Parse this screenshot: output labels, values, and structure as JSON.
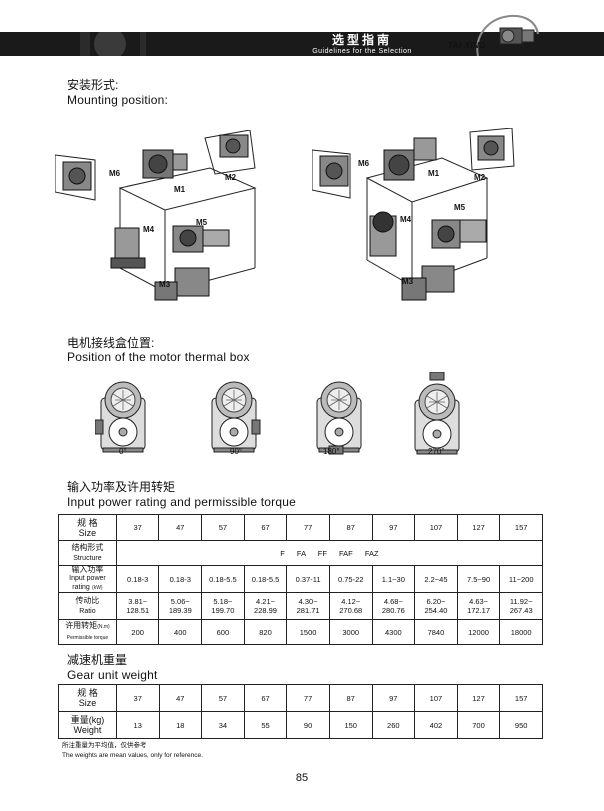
{
  "header": {
    "title_cn": "选型指南",
    "title_en": "Guidelines for the Selection",
    "brand": "TAI XING"
  },
  "mounting": {
    "title_cn": "安装形式:",
    "title_en": "Mounting position:",
    "labels": [
      "M1",
      "M2",
      "M3",
      "M4",
      "M5",
      "M6"
    ]
  },
  "thermal": {
    "title_cn": "电机接线盒位置:",
    "title_en": "Position of the motor thermal box",
    "angles": [
      "0°",
      "90°",
      "180°",
      "270°"
    ]
  },
  "power": {
    "title_cn": "输入功率及许用转矩",
    "title_en": "Input power rating and permissible torque",
    "size_cn": "规 格",
    "size_en": "Size",
    "sizes": [
      "37",
      "47",
      "57",
      "67",
      "77",
      "87",
      "97",
      "107",
      "127",
      "157"
    ],
    "structure_cn": "结构形式",
    "structure_en": "Structure",
    "structure_value": "F FA FF FAF FAZ",
    "power_cn": "输入功率",
    "power_en": "Input power",
    "power_en2": "rating",
    "power_unit": "(kW)",
    "power_values": [
      "0.18-3",
      "0.18-3",
      "0.18-5.5",
      "0.18-5.5",
      "0.37-11",
      "0.75-22",
      "1.1~30",
      "2.2~45",
      "7.5~90",
      "11~200"
    ],
    "ratio_cn": "传动比",
    "ratio_en": "Ratio",
    "ratio_values": [
      [
        "3.81~",
        "128.51"
      ],
      [
        "5.06~",
        "189.39"
      ],
      [
        "5.18~",
        "199.70"
      ],
      [
        "4.21~",
        "228.99"
      ],
      [
        "4.30~",
        "281.71"
      ],
      [
        "4.12~",
        "270.68"
      ],
      [
        "4.68~",
        "280.76"
      ],
      [
        "6.20~",
        "254.40"
      ],
      [
        "4.63~",
        "172.17"
      ],
      [
        "11.92~",
        "267.43"
      ]
    ],
    "torque_cn": "许用转矩",
    "torque_unit": "(N.m)",
    "torque_en": "Permissible torque",
    "torque_values": [
      "200",
      "400",
      "600",
      "820",
      "1500",
      "3000",
      "4300",
      "7840",
      "12000",
      "18000"
    ]
  },
  "weight": {
    "title_cn": "减速机重量",
    "title_en": "Gear unit weight",
    "size_cn": "规 格",
    "size_en": "Size",
    "sizes": [
      "37",
      "47",
      "57",
      "67",
      "77",
      "87",
      "97",
      "107",
      "127",
      "157"
    ],
    "weight_cn": "重量(kg)",
    "weight_en": "Weight",
    "weights": [
      "13",
      "18",
      "34",
      "55",
      "90",
      "150",
      "260",
      "402",
      "700",
      "950"
    ],
    "note_cn": "所注重量为平均值，仅供参考",
    "note_en": "The weights are mean values, only for reference."
  },
  "page_number": "85"
}
